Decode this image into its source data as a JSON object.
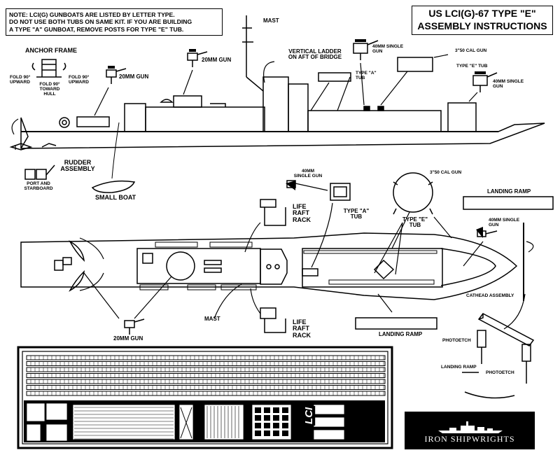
{
  "header": {
    "note_lines": [
      "NOTE:  LCI(G) GUNBOATS ARE LISTED BY LETTER TYPE.",
      "DO NOT USE BOTH TUBS ON SAME KIT.  IF YOU ARE BUILDING",
      "A TYPE \"A\" GUNBOAT, REMOVE POSTS FOR TYPE \"E\" TUB."
    ],
    "title_line1": "US  LCI(G)-67  TYPE \"E\"",
    "title_line2": "ASSEMBLY INSTRUCTIONS"
  },
  "profile_labels": {
    "anchor_frame": "ANCHOR FRAME",
    "fold_left": "FOLD 90° UPWARD",
    "fold_center": "FOLD 90° TOWARD HULL",
    "fold_right": "FOLD 90° UPWARD",
    "mast": "MAST",
    "gun_20mm_a": "20MM GUN",
    "gun_20mm_b": "20MM GUN",
    "ladder": "VERTICAL LADDER ON AFT OF BRIDGE",
    "gun_40mm_a": "40MM SINGLE GUN",
    "cal_gun": "3\"50 CAL GUN",
    "type_a_tub": "TYPE \"A\" TUB",
    "type_e_tub": "TYPE \"E\" TUB",
    "gun_40mm_b": "40MM SINGLE GUN",
    "rudder": "RUDDER ASSEMBLY",
    "port_starboard": "PORT AND STARBOARD",
    "small_boat": "SMALL BOAT"
  },
  "plan_labels": {
    "gun_40mm_single": "40MM SINGLE GUN",
    "cal_gun": "3\"50 CAL GUN",
    "landing_ramp_top": "LANDING RAMP",
    "life_raft_rack_top": "LIFE RAFT RACK",
    "type_a_tub": "TYPE \"A\" TUB",
    "type_e_tub": "TYPE \"E\" TUB",
    "gun_40mm_bow": "40MM SINGLE GUN",
    "cathead": "CATHEAD ASSEMBLY",
    "mast": "MAST",
    "life_raft_rack_bottom": "LIFE RAFT RACK",
    "landing_ramp_bottom": "LANDING RAMP",
    "gun_20mm": "20MM GUN",
    "photoetch_a": "PHOTOETCH",
    "landing_ramp_detail": "LANDING RAMP",
    "photoetch_b": "PHOTOETCH"
  },
  "fret": {
    "etched_text": "LCI"
  },
  "brand": {
    "name": "IRON SHIPWRIGHTS"
  }
}
